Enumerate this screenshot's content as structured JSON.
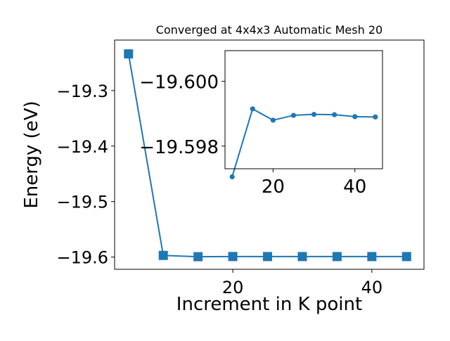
{
  "chart_data": [
    {
      "type": "line",
      "title": "Converged at 4x4x3 Automatic Mesh 20",
      "xlabel": "Increment in K point",
      "ylabel": "Energy (eV)",
      "xlim": [
        3,
        47.5
      ],
      "ylim": [
        -19.622,
        -19.209
      ],
      "xticks": [
        20,
        40
      ],
      "xtick_labels": [
        "20",
        "40"
      ],
      "yticks": [
        -19.6,
        -19.5,
        -19.4,
        -19.3
      ],
      "ytick_labels": [
        "−19.6",
        "−19.5",
        "−19.4",
        "−19.3"
      ],
      "grid": false,
      "marker": "square",
      "color": "#1f77b4",
      "series": [
        {
          "x": [
            5,
            10,
            15,
            20,
            25,
            30,
            35,
            40,
            45
          ],
          "y": [
            -19.2339,
            -19.597,
            -19.5993,
            -19.599,
            -19.5991,
            -19.5991,
            -19.5991,
            -19.5991,
            -19.5991
          ]
        }
      ]
    },
    {
      "type": "line",
      "role": "inset",
      "title": "",
      "xlabel": "",
      "ylabel": "",
      "xlim": [
        8.25,
        46.75
      ],
      "ylim": [
        -19.60095,
        -19.5973
      ],
      "yaxis_inverted": true,
      "xticks": [
        20,
        40
      ],
      "xtick_labels": [
        "20",
        "40"
      ],
      "yticks": [
        -19.6,
        -19.598
      ],
      "ytick_labels": [
        "−19.600",
        "−19.598"
      ],
      "grid": false,
      "marker": "circle",
      "color": "#1f77b4",
      "series": [
        {
          "x": [
            10,
            15,
            20,
            25,
            30,
            35,
            40,
            45
          ],
          "y": [
            -19.59705,
            -19.59915,
            -19.5988,
            -19.59895,
            -19.59898,
            -19.59897,
            -19.59891,
            -19.5989
          ]
        }
      ]
    }
  ]
}
